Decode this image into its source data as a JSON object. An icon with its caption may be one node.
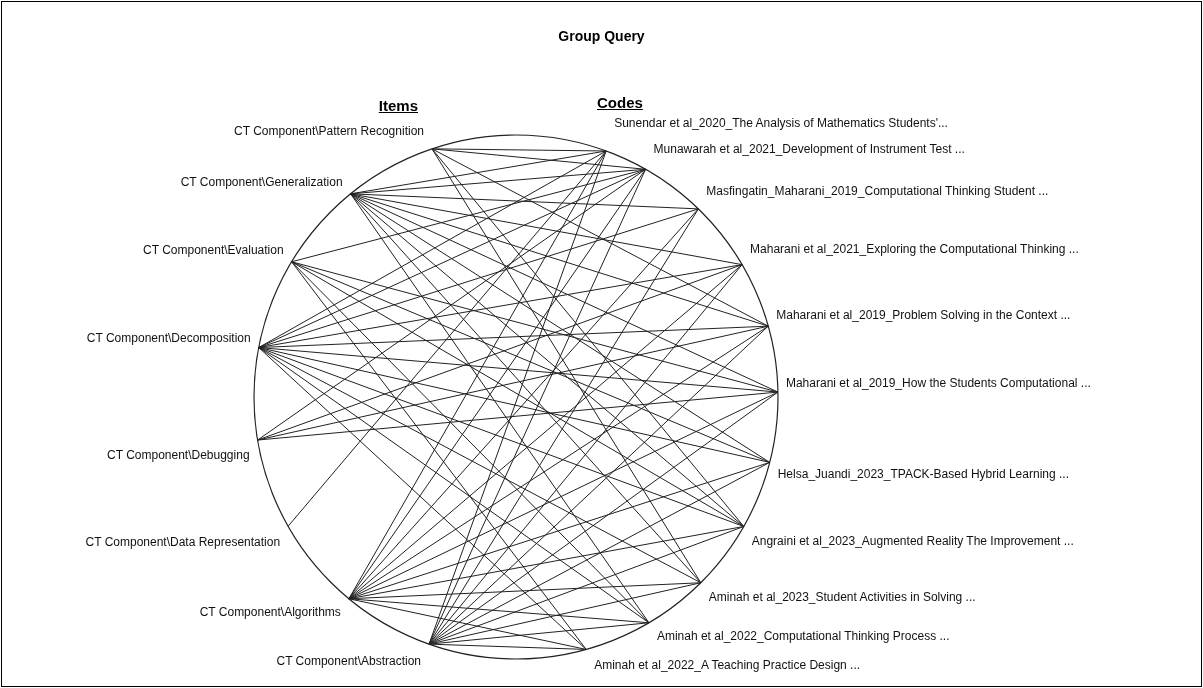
{
  "diagram": {
    "title": "Group Query",
    "nodes": [
      {
        "text": [
          "CT Component\\Pattern Recognition"
        ]
      },
      {
        "text": [
          "CT Component\\Generalization"
        ]
      },
      {
        "text": [
          "CT Component\\Evaluation"
        ]
      },
      {
        "text": [
          "CT Component\\Decomposition"
        ]
      },
      {
        "text": [
          "CT Component\\Debugging"
        ]
      },
      {
        "text": [
          "CT Component\\Data Representation"
        ]
      },
      {
        "text": [
          "CT Component\\Algorithms"
        ]
      },
      {
        "text": [
          "CT Component\\Abstraction"
        ]
      },
      {
        "text": [
          "Sunendar et al_2020_The Analysis of Mathematics Students'..."
        ]
      },
      {
        "text": [
          "Munawarah et al_2021_Development of Instrument Test ..."
        ]
      },
      {
        "text": [
          "Masfingatin_Maharani_2019_Computational Thinking Student ..."
        ]
      },
      {
        "text": [
          "Maharani et al_2021_Exploring the Computational Thinking ..."
        ]
      },
      {
        "text": [
          "Maharani et al_2019_Problem Solving in the Context ..."
        ]
      },
      {
        "text": [
          "Maharani et al_2019_How the Students Computational ..."
        ]
      },
      {
        "text": [
          "Helsa_Juandi_2023_TPACK-Based Hybrid Learning ..."
        ]
      },
      {
        "text": [
          "Angraini et al_2023_Augmented Reality The Improvement ..."
        ]
      },
      {
        "text": [
          "Aminah et al_2023_Student Activities in Solving ..."
        ]
      },
      {
        "text": [
          "Aminah et al_2022_Computational Thinking Process ..."
        ]
      },
      {
        "text": [
          "Aminah et al_2022_A Teaching Practice Design ..."
        ]
      }
    ],
    "edges": [
      {
        "from": 0,
        "to": 8,
        "arrow": "none"
      },
      {
        "from": 0,
        "to": 9,
        "arrow": "none"
      },
      {
        "from": 0,
        "to": 12,
        "arrow": "none"
      },
      {
        "from": 0,
        "to": 15,
        "arrow": "none"
      },
      {
        "from": 0,
        "to": 16,
        "arrow": "none"
      },
      {
        "from": 1,
        "to": 8,
        "arrow": "none"
      },
      {
        "from": 1,
        "to": 9,
        "arrow": "none"
      },
      {
        "from": 1,
        "to": 10,
        "arrow": "none"
      },
      {
        "from": 1,
        "to": 11,
        "arrow": "none"
      },
      {
        "from": 1,
        "to": 12,
        "arrow": "none"
      },
      {
        "from": 1,
        "to": 13,
        "arrow": "none"
      },
      {
        "from": 1,
        "to": 14,
        "arrow": "none"
      },
      {
        "from": 1,
        "to": 15,
        "arrow": "none"
      },
      {
        "from": 1,
        "to": 16,
        "arrow": "none"
      },
      {
        "from": 1,
        "to": 17,
        "arrow": "none"
      },
      {
        "from": 2,
        "to": 9,
        "arrow": "none"
      },
      {
        "from": 2,
        "to": 13,
        "arrow": "none"
      },
      {
        "from": 2,
        "to": 14,
        "arrow": "none"
      },
      {
        "from": 2,
        "to": 15,
        "arrow": "none"
      },
      {
        "from": 2,
        "to": 17,
        "arrow": "none"
      },
      {
        "from": 2,
        "to": 18,
        "arrow": "none"
      },
      {
        "from": 3,
        "to": 8,
        "arrow": "none"
      },
      {
        "from": 3,
        "to": 9,
        "arrow": "none"
      },
      {
        "from": 3,
        "to": 10,
        "arrow": "none"
      },
      {
        "from": 3,
        "to": 11,
        "arrow": "none"
      },
      {
        "from": 3,
        "to": 12,
        "arrow": "none"
      },
      {
        "from": 3,
        "to": 13,
        "arrow": "none"
      },
      {
        "from": 3,
        "to": 14,
        "arrow": "none"
      },
      {
        "from": 3,
        "to": 15,
        "arrow": "none"
      },
      {
        "from": 3,
        "to": 16,
        "arrow": "none"
      },
      {
        "from": 3,
        "to": 17,
        "arrow": "none"
      },
      {
        "from": 3,
        "to": 18,
        "arrow": "none"
      },
      {
        "from": 4,
        "to": 9,
        "arrow": "none"
      },
      {
        "from": 4,
        "to": 11,
        "arrow": "none"
      },
      {
        "from": 4,
        "to": 12,
        "arrow": "none"
      },
      {
        "from": 4,
        "to": 13,
        "arrow": "none"
      },
      {
        "from": 5,
        "to": 8,
        "arrow": "none"
      },
      {
        "from": 6,
        "to": 8,
        "arrow": "none"
      },
      {
        "from": 6,
        "to": 9,
        "arrow": "none"
      },
      {
        "from": 6,
        "to": 10,
        "arrow": "none"
      },
      {
        "from": 6,
        "to": 11,
        "arrow": "none"
      },
      {
        "from": 6,
        "to": 12,
        "arrow": "none"
      },
      {
        "from": 6,
        "to": 13,
        "arrow": "none"
      },
      {
        "from": 6,
        "to": 14,
        "arrow": "none"
      },
      {
        "from": 6,
        "to": 15,
        "arrow": "none"
      },
      {
        "from": 6,
        "to": 16,
        "arrow": "none"
      },
      {
        "from": 6,
        "to": 17,
        "arrow": "none"
      },
      {
        "from": 6,
        "to": 18,
        "arrow": "none"
      },
      {
        "from": 7,
        "to": 8,
        "arrow": "none"
      },
      {
        "from": 7,
        "to": 9,
        "arrow": "none"
      },
      {
        "from": 7,
        "to": 10,
        "arrow": "none"
      },
      {
        "from": 7,
        "to": 11,
        "arrow": "none"
      },
      {
        "from": 7,
        "to": 12,
        "arrow": "none"
      },
      {
        "from": 7,
        "to": 13,
        "arrow": "none"
      },
      {
        "from": 7,
        "to": 14,
        "arrow": "none"
      },
      {
        "from": 7,
        "to": 15,
        "arrow": "none"
      },
      {
        "from": 7,
        "to": 16,
        "arrow": "none"
      },
      {
        "from": 7,
        "to": 17,
        "arrow": "none"
      },
      {
        "from": 7,
        "to": 18,
        "arrow": "none"
      }
    ],
    "labels": [
      "Items",
      "Codes"
    ]
  }
}
